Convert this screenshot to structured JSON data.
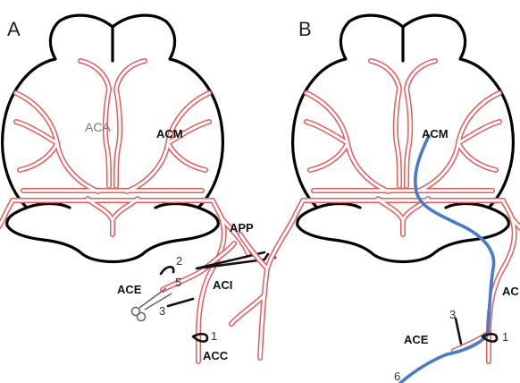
{
  "panels": [
    {
      "letter": "A",
      "labels": {
        "aca": "ACA",
        "acm": "ACM",
        "app": "APP",
        "ace": "ACE",
        "aci": "ACI",
        "acc": "ACC"
      },
      "numbers": [
        "1",
        "2",
        "3",
        "4",
        "5"
      ]
    },
    {
      "letter": "B",
      "labels": {
        "acm": "ACM",
        "ace": "ACE",
        "ac_clipped": "AC"
      },
      "numbers": [
        "1",
        "3",
        "6"
      ]
    }
  ],
  "colors": {
    "artery": "#e85a5a",
    "filament": "#4a79c9",
    "outline": "#000000"
  }
}
